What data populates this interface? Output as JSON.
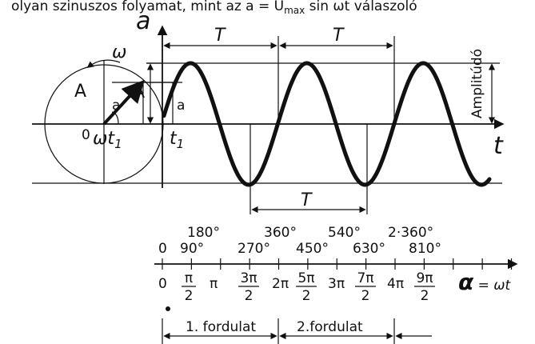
{
  "caption": "olyan szinuszos folyamat, mint az a = U",
  "caption_sub": "max",
  "caption_tail": " sin ωt válaszoló",
  "labels": {
    "a_axis": "a",
    "t_axis": "t",
    "omega": "ω",
    "A_vector": "A",
    "A_height": "A",
    "a_proj": "a",
    "a_at_t1": "a",
    "origin": "0",
    "omega_t1_w": "ωt",
    "omega_t1_sub": "1",
    "t1_t": "t",
    "t1_sub": "1",
    "period_T_1": "T",
    "period_T_2": "T",
    "period_T_3": "T",
    "amplitude": "Amplitúdó"
  },
  "deg_top": [
    "180°",
    "360°",
    "540°",
    "2·360°"
  ],
  "deg_bottom": [
    "0",
    "90°",
    "270°",
    "450°",
    "630°",
    "810°"
  ],
  "rad_plain": [
    "0",
    "π",
    "2π",
    "3π",
    "4π"
  ],
  "rad_frac": [
    {
      "num": "π",
      "den": "2"
    },
    {
      "num": "3π",
      "den": "2"
    },
    {
      "num": "5π",
      "den": "2"
    },
    {
      "num": "7π",
      "den": "2"
    },
    {
      "num": "9π",
      "den": "2"
    }
  ],
  "alpha_label": "α",
  "alpha_eq": " = ωt",
  "revolutions": [
    "1. fordulat",
    "2.fordulat"
  ]
}
